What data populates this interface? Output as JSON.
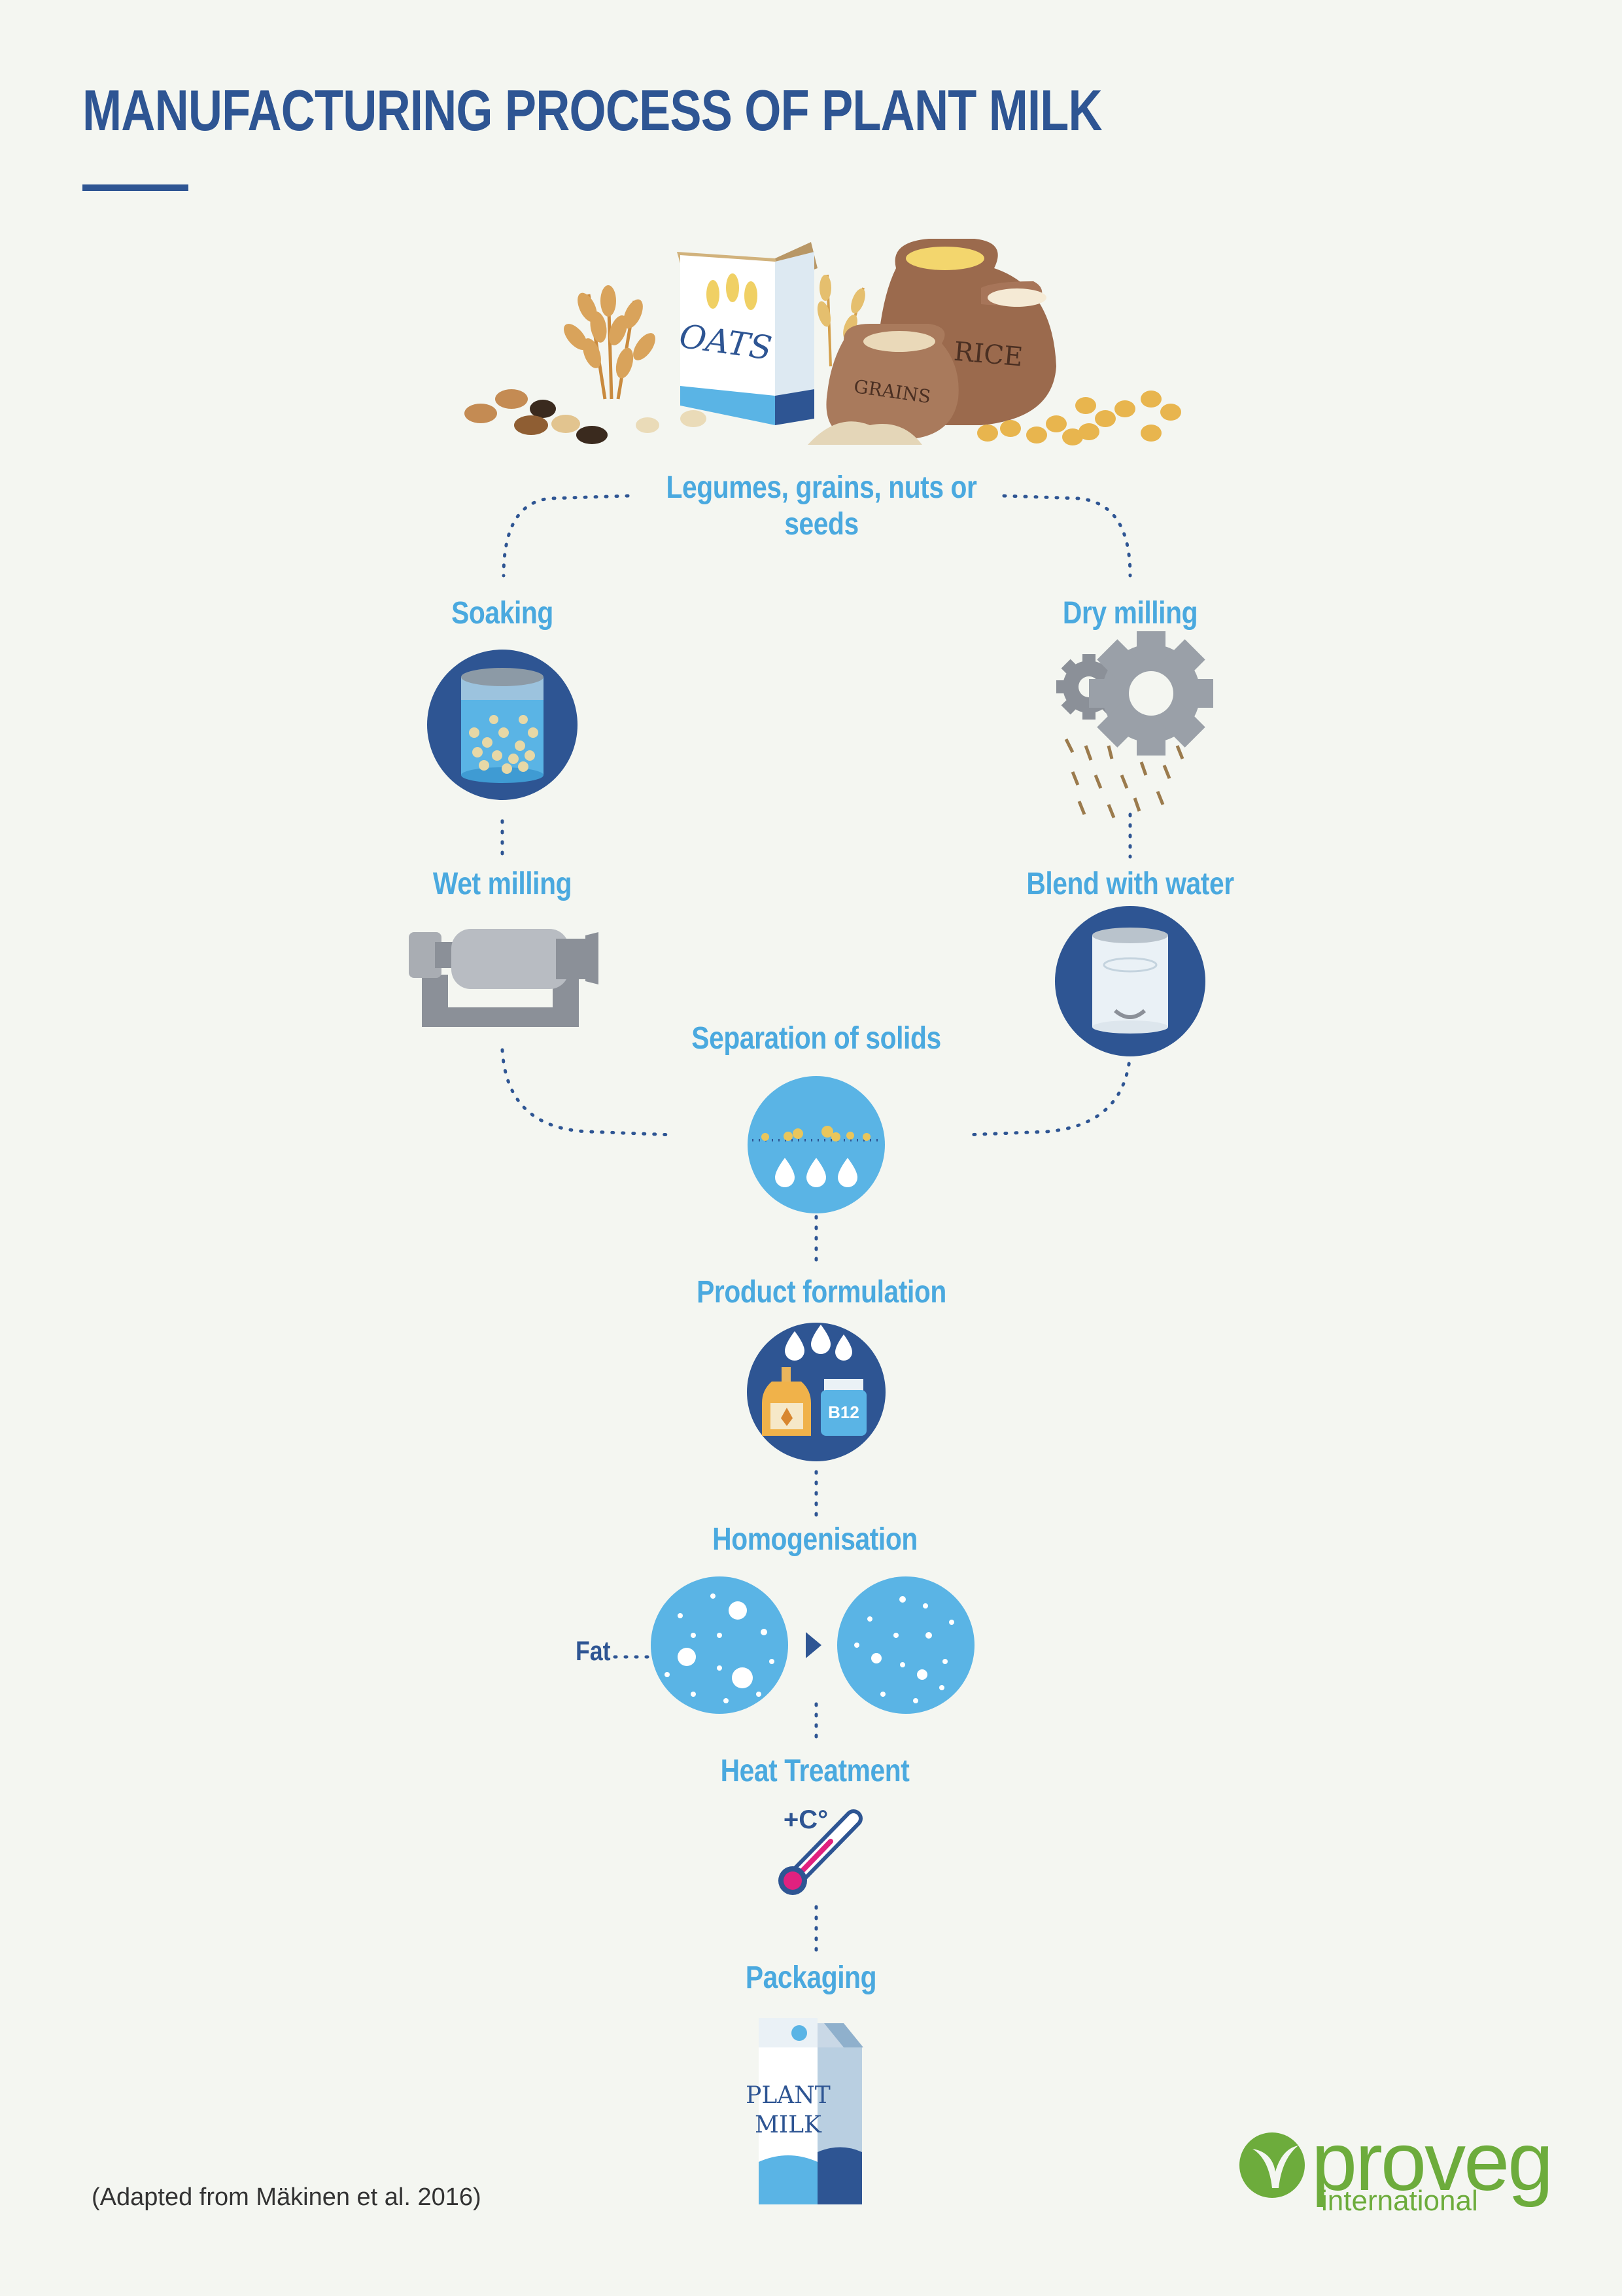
{
  "title": "MANUFACTURING PROCESS OF PLANT MILK",
  "steps": {
    "ingredients": "Legumes, grains, nuts or seeds",
    "soaking": "Soaking",
    "dry_milling": "Dry milling",
    "wet_milling": "Wet milling",
    "blend_water": "Blend with water",
    "separation": "Separation of solids",
    "formulation": "Product formulation",
    "homogenisation": "Homogenisation",
    "heat": "Heat Treatment",
    "packaging": "Packaging"
  },
  "illustration_text": {
    "oats": "OATS",
    "rice": "RICE",
    "grains": "GRAINS",
    "b12": "B12",
    "temp": "+C°",
    "plant": "PLANT",
    "milk": "MILK"
  },
  "fat_label": "Fat",
  "credit": "(Adapted from Mäkinen et al. 2016)",
  "logo": {
    "name": "proveg",
    "sub": "international"
  },
  "colors": {
    "background": "#f4f6f1",
    "navy": "#2e5593",
    "light_blue": "#4aa9df",
    "circle_blue": "#5ab4e5",
    "green": "#6dac3c"
  }
}
